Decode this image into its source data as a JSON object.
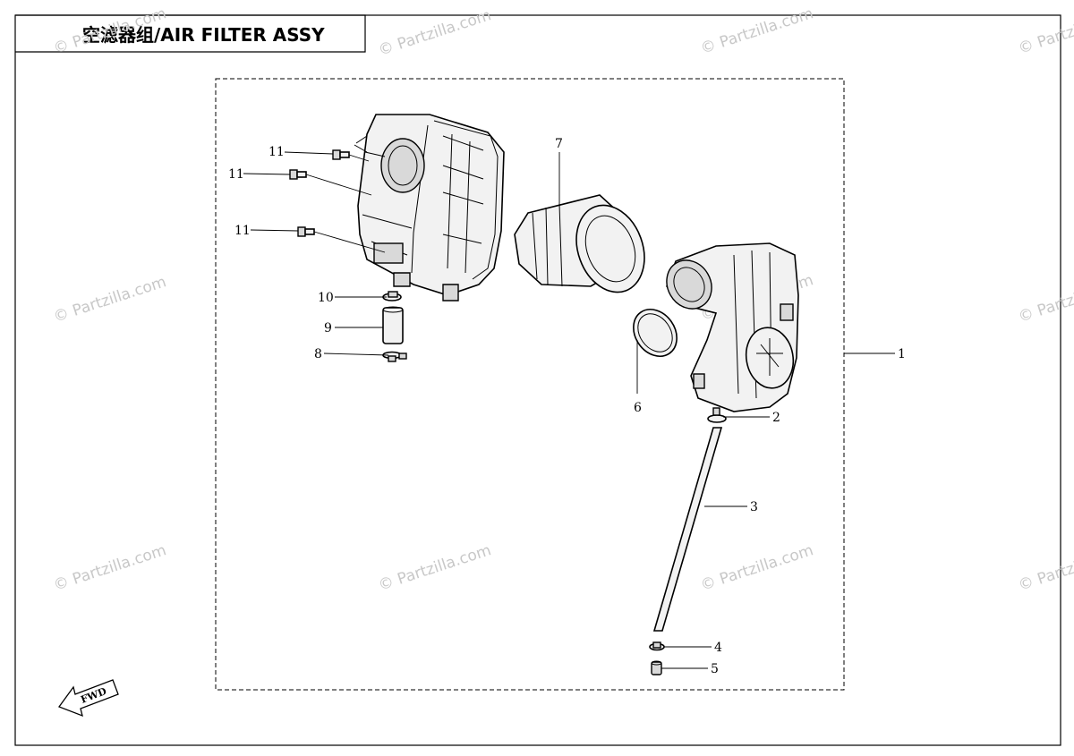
{
  "title": "空滤器组/AIR FILTER  ASSY",
  "fwd_label": "FWD",
  "watermark": "© Partzilla.com",
  "callouts": [
    {
      "id": "c1",
      "label": "1"
    },
    {
      "id": "c2",
      "label": "2"
    },
    {
      "id": "c3",
      "label": "3"
    },
    {
      "id": "c4",
      "label": "4"
    },
    {
      "id": "c5",
      "label": "5"
    },
    {
      "id": "c6",
      "label": "6"
    },
    {
      "id": "c7",
      "label": "7"
    },
    {
      "id": "c8",
      "label": "8"
    },
    {
      "id": "c9",
      "label": "9"
    },
    {
      "id": "c10",
      "label": "10"
    },
    {
      "id": "c11a",
      "label": "11"
    },
    {
      "id": "c11b",
      "label": "11"
    },
    {
      "id": "c11c",
      "label": "11"
    }
  ]
}
